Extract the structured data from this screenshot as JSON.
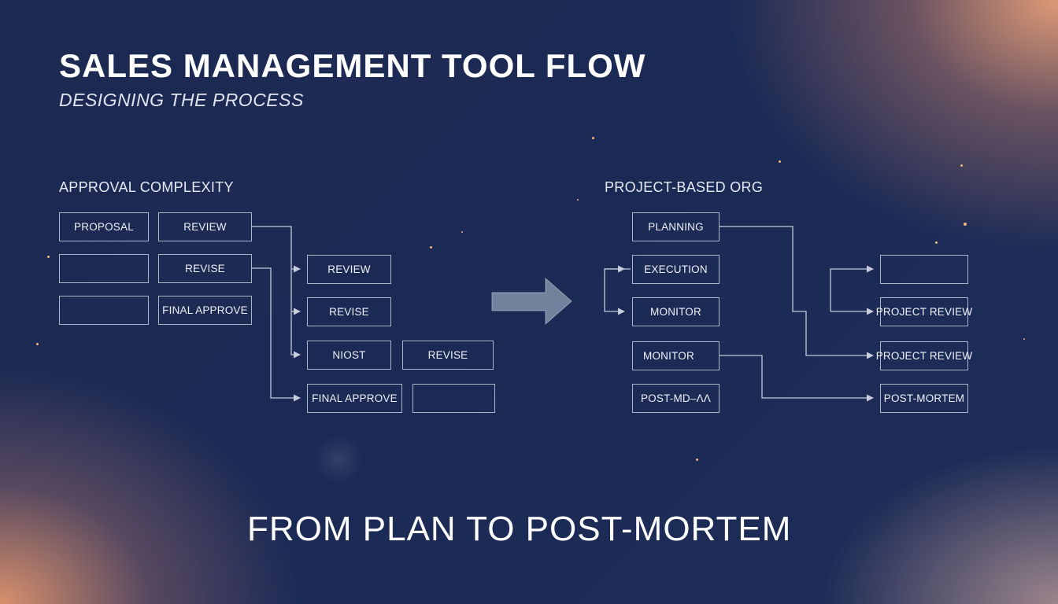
{
  "header": {
    "title": "SALES MANAGEMENT TOOL FLOW",
    "subtitle": "DESIGNING THE PROCESS"
  },
  "left_diagram": {
    "label": "APPROVAL COMPLEXITY",
    "boxes": {
      "proposal": "PROPOSAL",
      "review_1": "REVIEW",
      "blank_1": "",
      "revise_1": "REVISE",
      "blank_2": "",
      "final_approve_1": "FINAL APPROVE",
      "review_2": "REVIEW",
      "revise_2": "REVISE",
      "niost": "NIOST",
      "revise_3": "REVISE",
      "final_approve_2": "FINAL APPROVE",
      "blank_3": ""
    }
  },
  "right_diagram": {
    "label": "PROJECT-BASED ORG",
    "boxes": {
      "planning": "PLANNING",
      "execution": "EXECUTION",
      "monitor_1": "MONITOR",
      "monitor_2": "MONITOR",
      "post_md": "POST-MD–ΛΛ",
      "blank_r": "",
      "project_review_1": "PROJECT REVIEW",
      "project_review_2": "PROJECT REVIEW",
      "post_mortem": "POST-MORTEM"
    }
  },
  "footer": {
    "tagline": "FROM PLAN TO POST-MORTEM"
  },
  "colors": {
    "background": "#1d2a52",
    "accent_warm": "#e8a078",
    "line": "#dce4f2"
  }
}
